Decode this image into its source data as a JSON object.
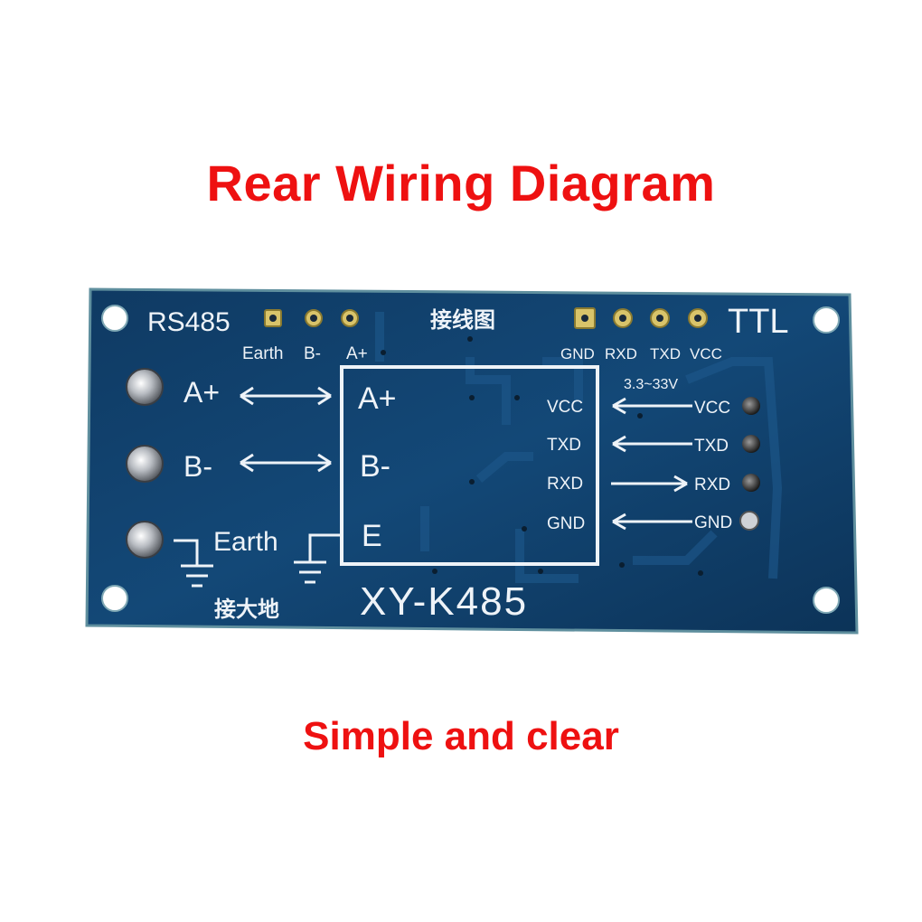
{
  "title": "Rear Wiring Diagram",
  "subtitle": "Simple and clear",
  "board": {
    "model": "XY-K485",
    "wiring_label": "接线图",
    "earth_note": "接大地",
    "rs485_label": "RS485",
    "rs485_pins": [
      "Earth",
      "B-",
      "A+"
    ],
    "ttl_label": "TTL",
    "ttl_pins": [
      "GND",
      "RXD",
      "TXD",
      "VCC"
    ],
    "voltage": "3.3~33V",
    "left_terminals": [
      "A+",
      "B-",
      "Earth"
    ],
    "module_left": [
      "A+",
      "B-",
      "E"
    ],
    "module_right": [
      "VCC",
      "TXD",
      "RXD",
      "GND"
    ],
    "right_terminals": [
      "VCC",
      "TXD",
      "RXD",
      "GND"
    ]
  },
  "colors": {
    "headline": "#ee1111",
    "pcb": "#113d66",
    "silkscreen": "#eef3f8"
  }
}
